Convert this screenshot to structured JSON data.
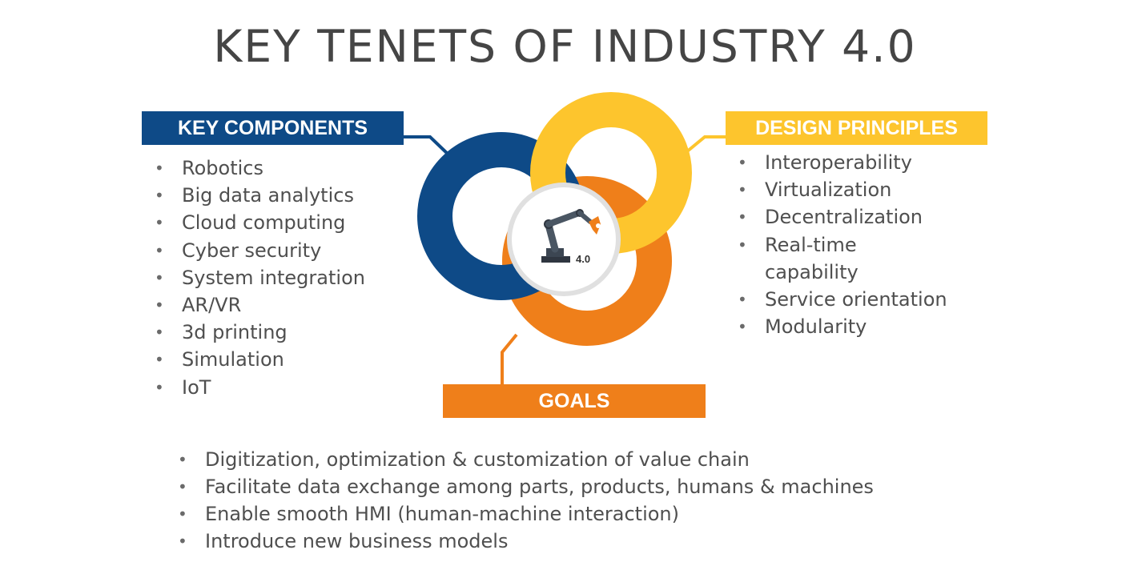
{
  "title": "KEY TENETS OF INDUSTRY 4.0",
  "key_components": {
    "header": "KEY COMPONENTS",
    "items": [
      "Robotics",
      "Big data analytics",
      "Cloud computing",
      "Cyber security",
      "System integration",
      "AR/VR",
      "3d printing",
      "Simulation",
      "IoT"
    ]
  },
  "design_principles": {
    "header": "DESIGN PRINCIPLES",
    "items": [
      "Interoperability",
      "Virtualization",
      "Decentralization",
      "Real-time capability",
      "Service orientation",
      "Modularity"
    ]
  },
  "goals": {
    "header": "GOALS",
    "items": [
      "Digitization, optimization & customization of value chain",
      "Facilitate data exchange among parts, products, humans & machines",
      "Enable smooth HMI (human-machine interaction)",
      "Introduce new business models"
    ]
  },
  "center": {
    "icon": "robot-arm-icon",
    "label": "4.0"
  },
  "colors": {
    "blue": "#0e4a87",
    "yellow": "#fdc52d",
    "orange": "#ef7f1a",
    "text": "#4f4f4f"
  }
}
